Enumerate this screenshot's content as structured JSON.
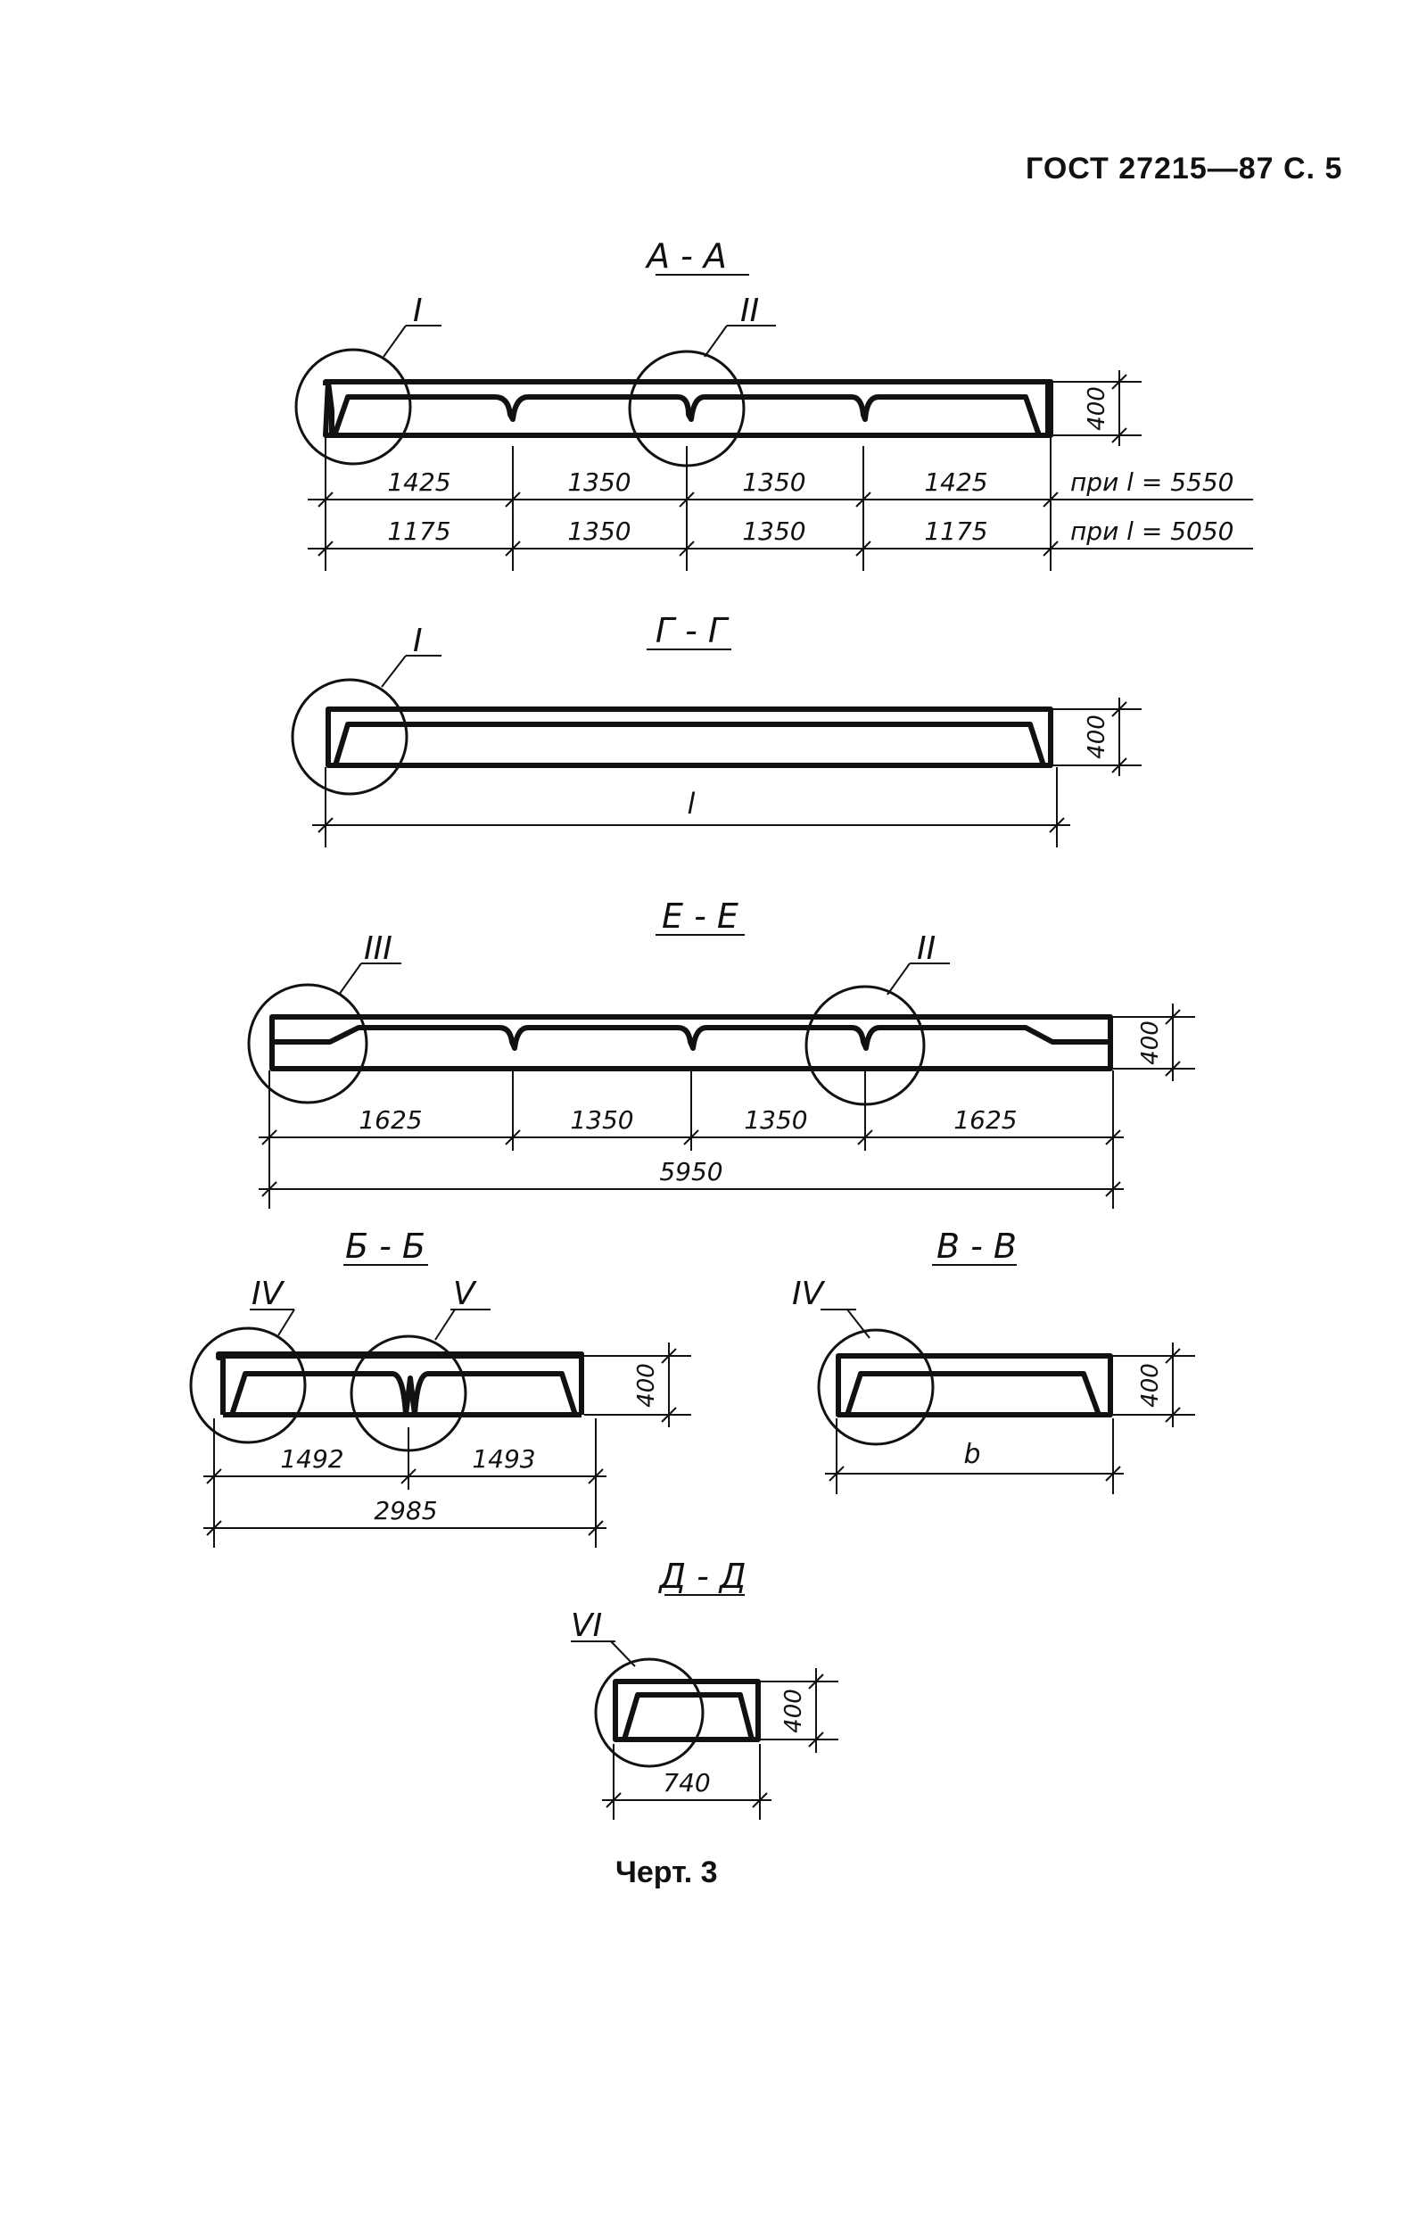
{
  "header": {
    "doc_ref": "ГОСТ 27215—87 С. 5"
  },
  "caption": "Черт. 3",
  "sections": {
    "aa": {
      "title": "А - А",
      "callouts": [
        "I",
        "II"
      ],
      "height": "400",
      "row1": [
        "1425",
        "1350",
        "1350",
        "1425"
      ],
      "row1_note": "при l = 5550",
      "row2": [
        "1175",
        "1350",
        "1350",
        "1175"
      ],
      "row2_note": "при l = 5050"
    },
    "gg": {
      "title": "Г - Г",
      "callouts": [
        "I"
      ],
      "height": "400",
      "length": "l"
    },
    "ee": {
      "title": "Е - Е",
      "callouts": [
        "III",
        "II"
      ],
      "height": "400",
      "row1": [
        "1625",
        "1350",
        "1350",
        "1625"
      ],
      "total": "5950"
    },
    "bb": {
      "title": "Б - Б",
      "callouts": [
        "IV",
        "V"
      ],
      "height": "400",
      "row1": [
        "1492",
        "1493"
      ],
      "total": "2985"
    },
    "vv": {
      "title": "В - В",
      "callouts": [
        "IV"
      ],
      "height": "400",
      "width": "b"
    },
    "dd": {
      "title": "Д - Д",
      "callouts": [
        "VI"
      ],
      "height": "400",
      "width": "740"
    }
  }
}
